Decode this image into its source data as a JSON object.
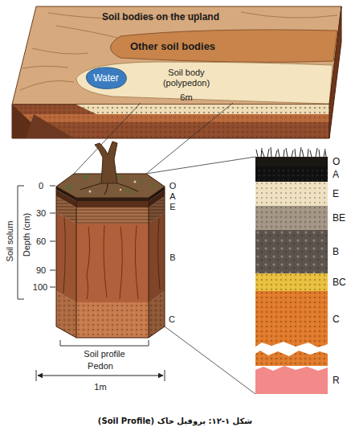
{
  "diagram": {
    "caption": "شکل ۱-۱۲: پروفیل خاک (Soil Profile)",
    "nodes": [
      {
        "text": [
          "Water"
        ]
      },
      {
        "text": [
          "O"
        ]
      },
      {
        "text": [
          "A"
        ]
      },
      {
        "text": [
          "E"
        ]
      },
      {
        "text": [
          "BE"
        ]
      },
      {
        "text": [
          "B"
        ]
      },
      {
        "text": [
          "BC"
        ]
      },
      {
        "text": [
          "C"
        ]
      },
      {
        "text": [
          "R"
        ]
      }
    ],
    "labels": [
      "Soil bodies on the upland",
      "Other soil bodies",
      "Soil body (polypedon)",
      "6m",
      "0",
      "30",
      "60",
      "90",
      "100",
      "Depth (cm)",
      "Soil solum",
      "O",
      "A",
      "E",
      "B",
      "C",
      "Soil profile",
      "Pedon",
      "1m"
    ]
  }
}
